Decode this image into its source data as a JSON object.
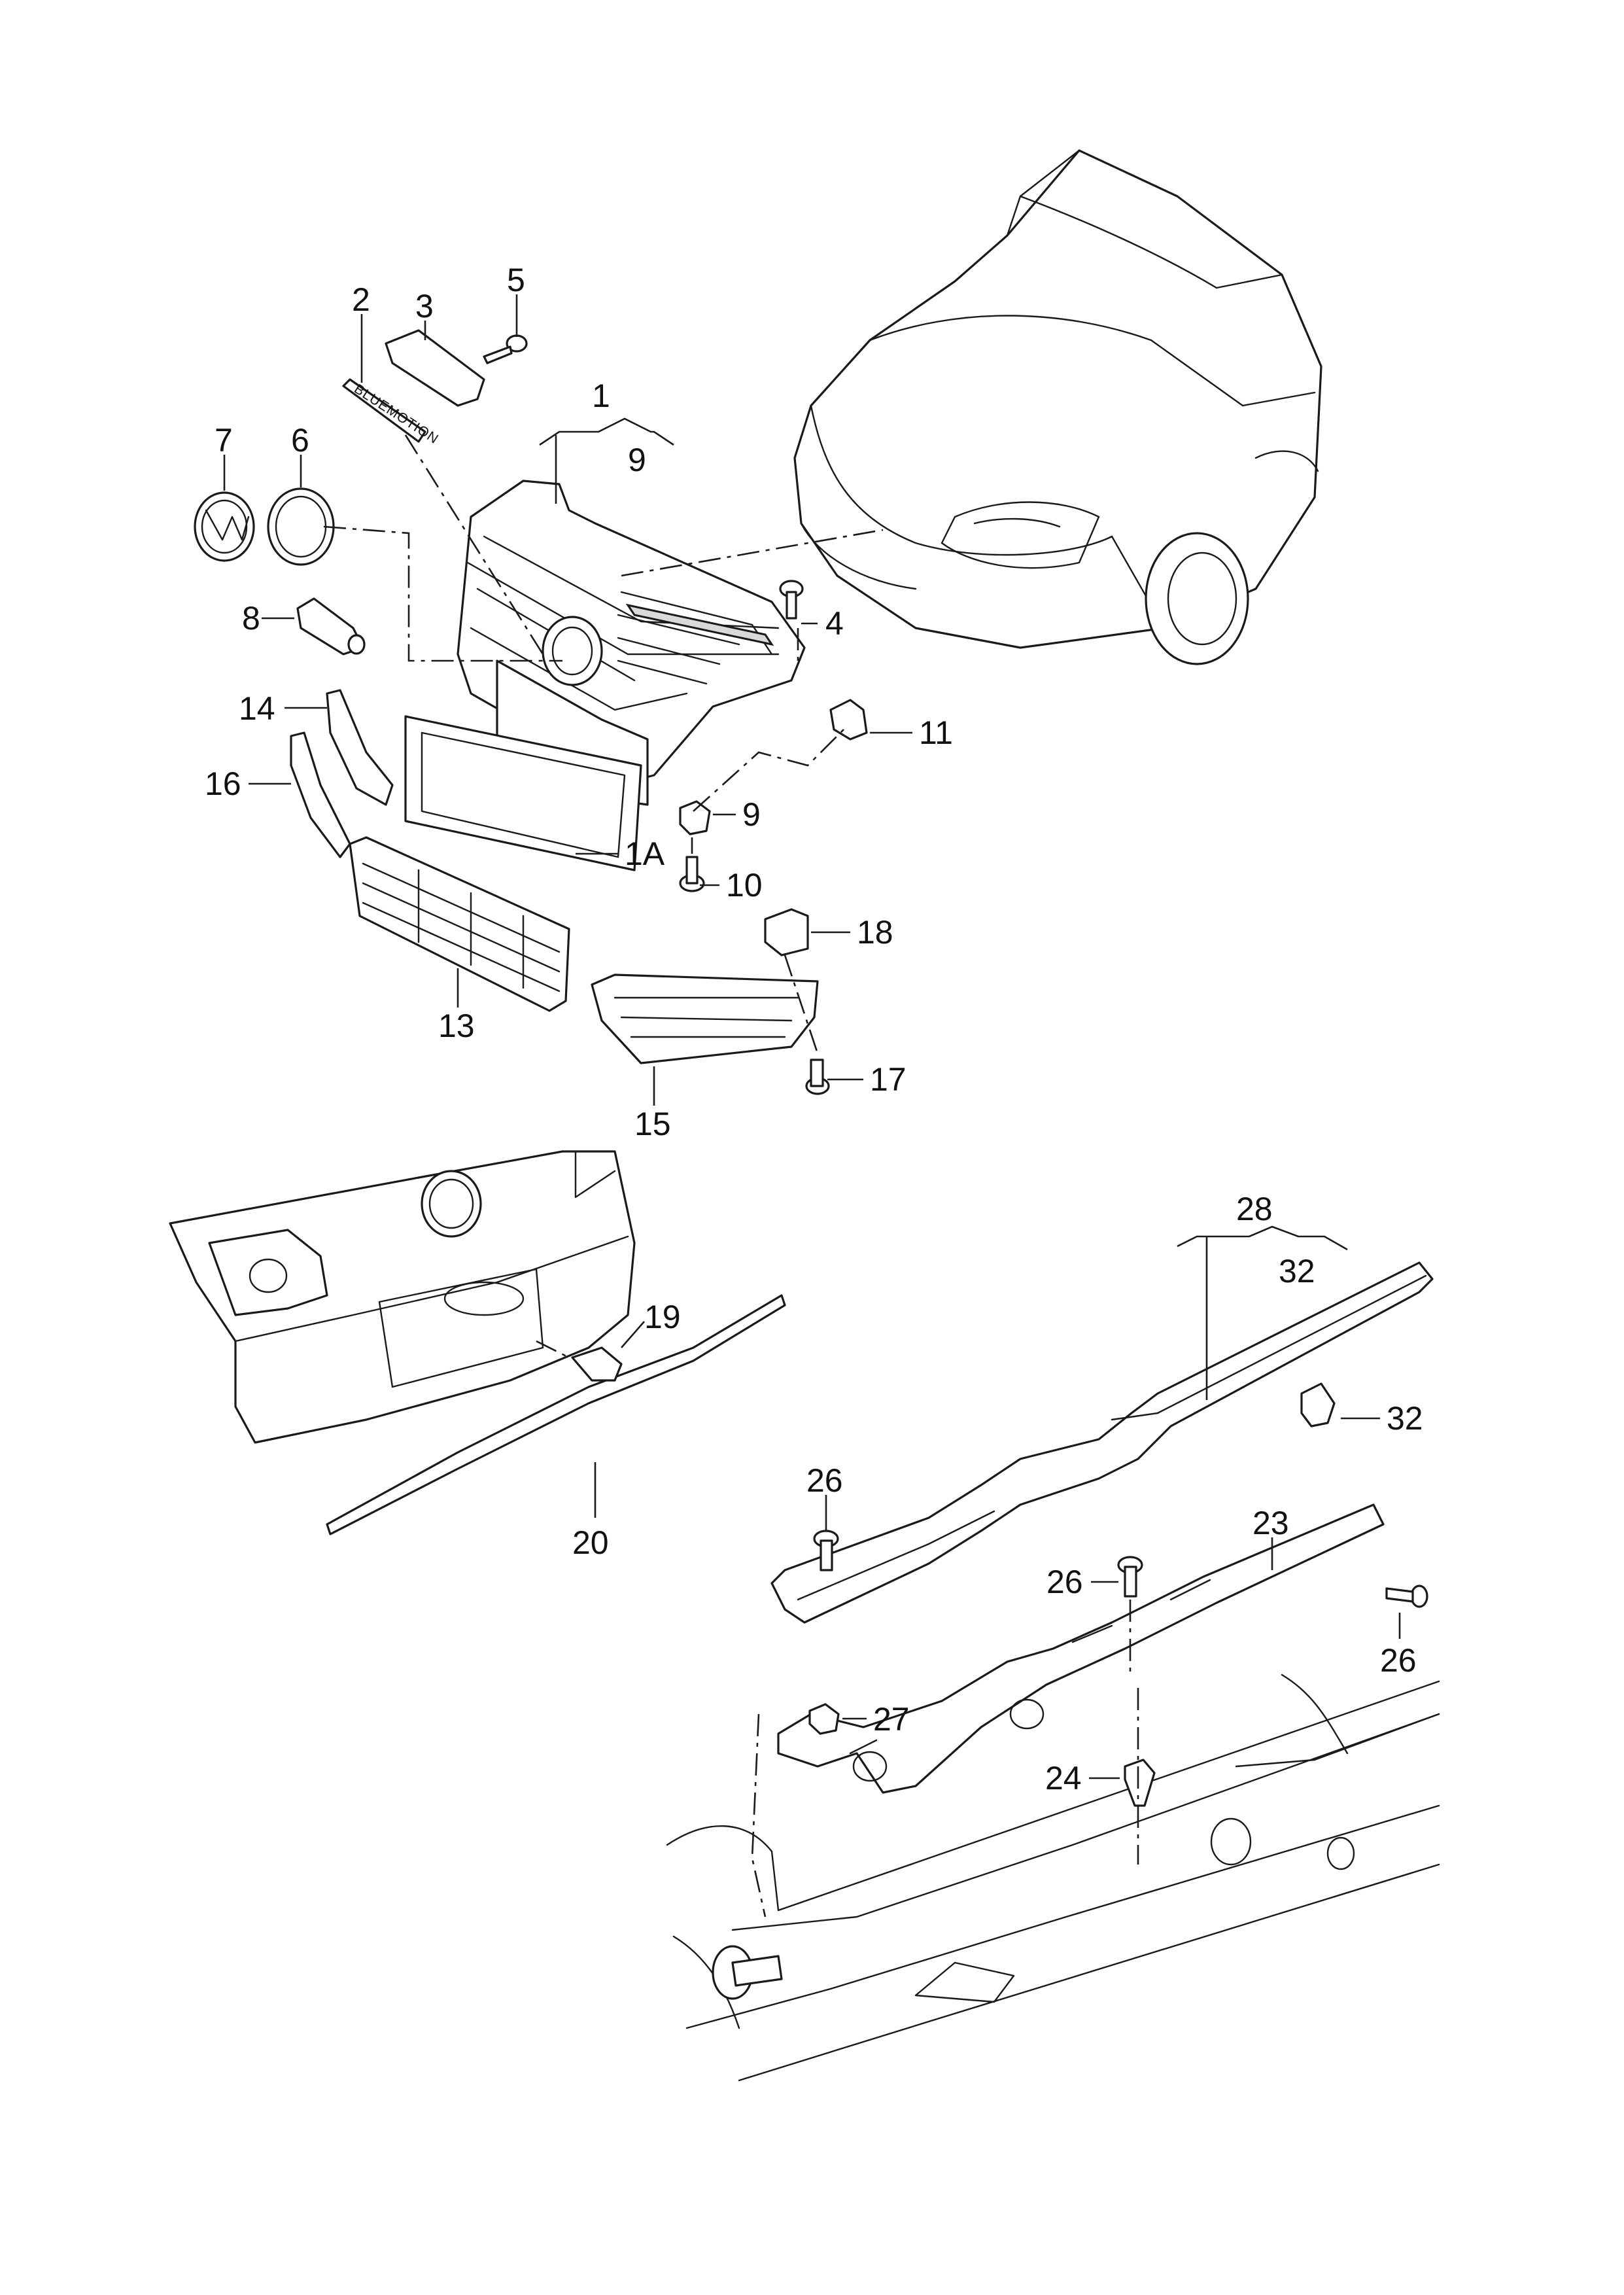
{
  "labels": {
    "p1": "1",
    "p9a": "9",
    "p2": "2",
    "p3": "3",
    "p5": "5",
    "p7": "7",
    "p6": "6",
    "p8": "8",
    "p4": "4",
    "p11": "11",
    "p14": "14",
    "p16": "16",
    "p9b": "9",
    "p1a": "1A",
    "p10": "10",
    "p18": "18",
    "p13": "13",
    "p15": "15",
    "p17": "17",
    "p28": "28",
    "p32a": "32",
    "p32b": "32",
    "p19": "19",
    "p20": "20",
    "p26a": "26",
    "p26b": "26",
    "p26c": "26",
    "p23": "23",
    "p27": "27",
    "p24": "24"
  },
  "badge_text": "BLUEMOTION"
}
